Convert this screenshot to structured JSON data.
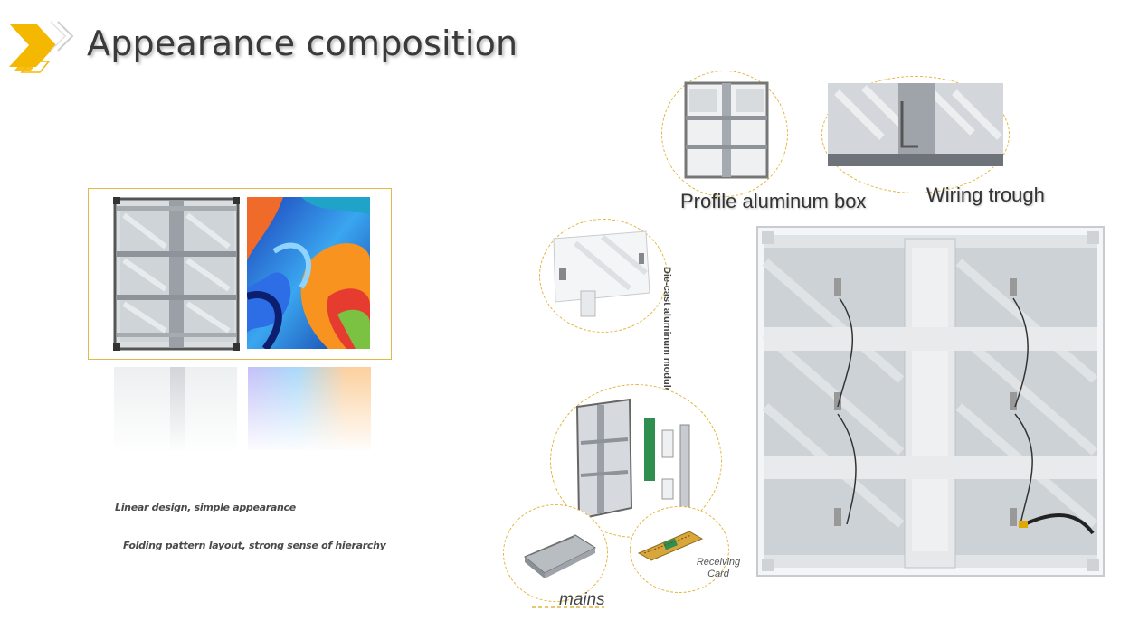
{
  "slide": {
    "title": "Appearance composition",
    "features": [
      "Linear design, simple appearance",
      "Folding pattern layout, strong sense of hierarchy"
    ]
  },
  "components": {
    "profile_label": "Profile aluminum box",
    "wiring_label": "Wiring trough",
    "diecast_label": "Die-cast aluminum modules",
    "receiving_label": "Receiving Card",
    "mains_label": "mains"
  },
  "icons": {
    "logo": "chevron-arrow-icon"
  },
  "colors": {
    "accent_yellow": "#f5b800",
    "accent_border": "#e2b84a",
    "text_dark": "#3a3a3a"
  }
}
